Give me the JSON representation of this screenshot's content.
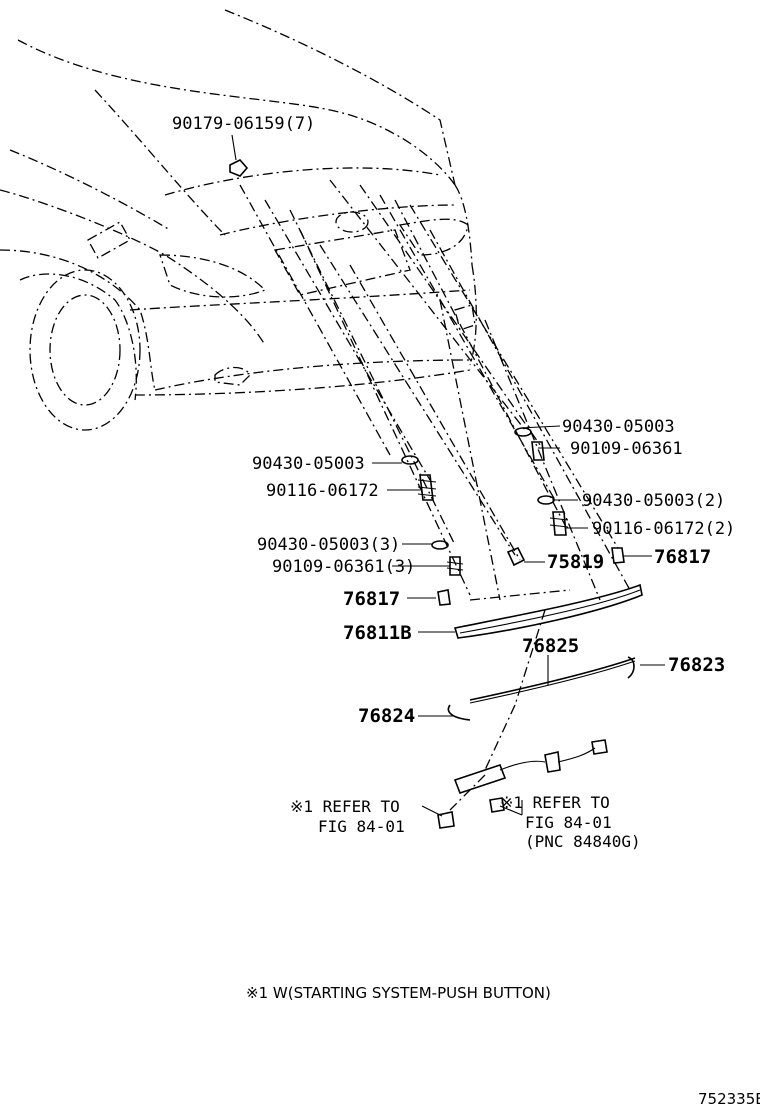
{
  "parts": {
    "p1": "90179-06159(7)",
    "p2": "90430-05003",
    "p3": "90109-06361",
    "p4": "90430-05003",
    "p5": "90116-06172",
    "p6": "90430-05003(2)",
    "p7": "90116-06172(2)",
    "p8": "90430-05003(3)",
    "p9": "90109-06361(3)",
    "p10": "75819",
    "p11": "76817",
    "p12": "76817",
    "p13": "76811B",
    "p14": "76825",
    "p15": "76823",
    "p16": "76824"
  },
  "refs": {
    "left_line1": "※1 REFER TO",
    "left_line2": "FIG 84-01",
    "right_line1": "※1 REFER TO",
    "right_line2": "FIG 84-01",
    "right_line3": "(PNC 84840G)"
  },
  "footnote": "※1 W(STARTING SYSTEM-PUSH BUTTON)",
  "diagram_id": "752335B"
}
